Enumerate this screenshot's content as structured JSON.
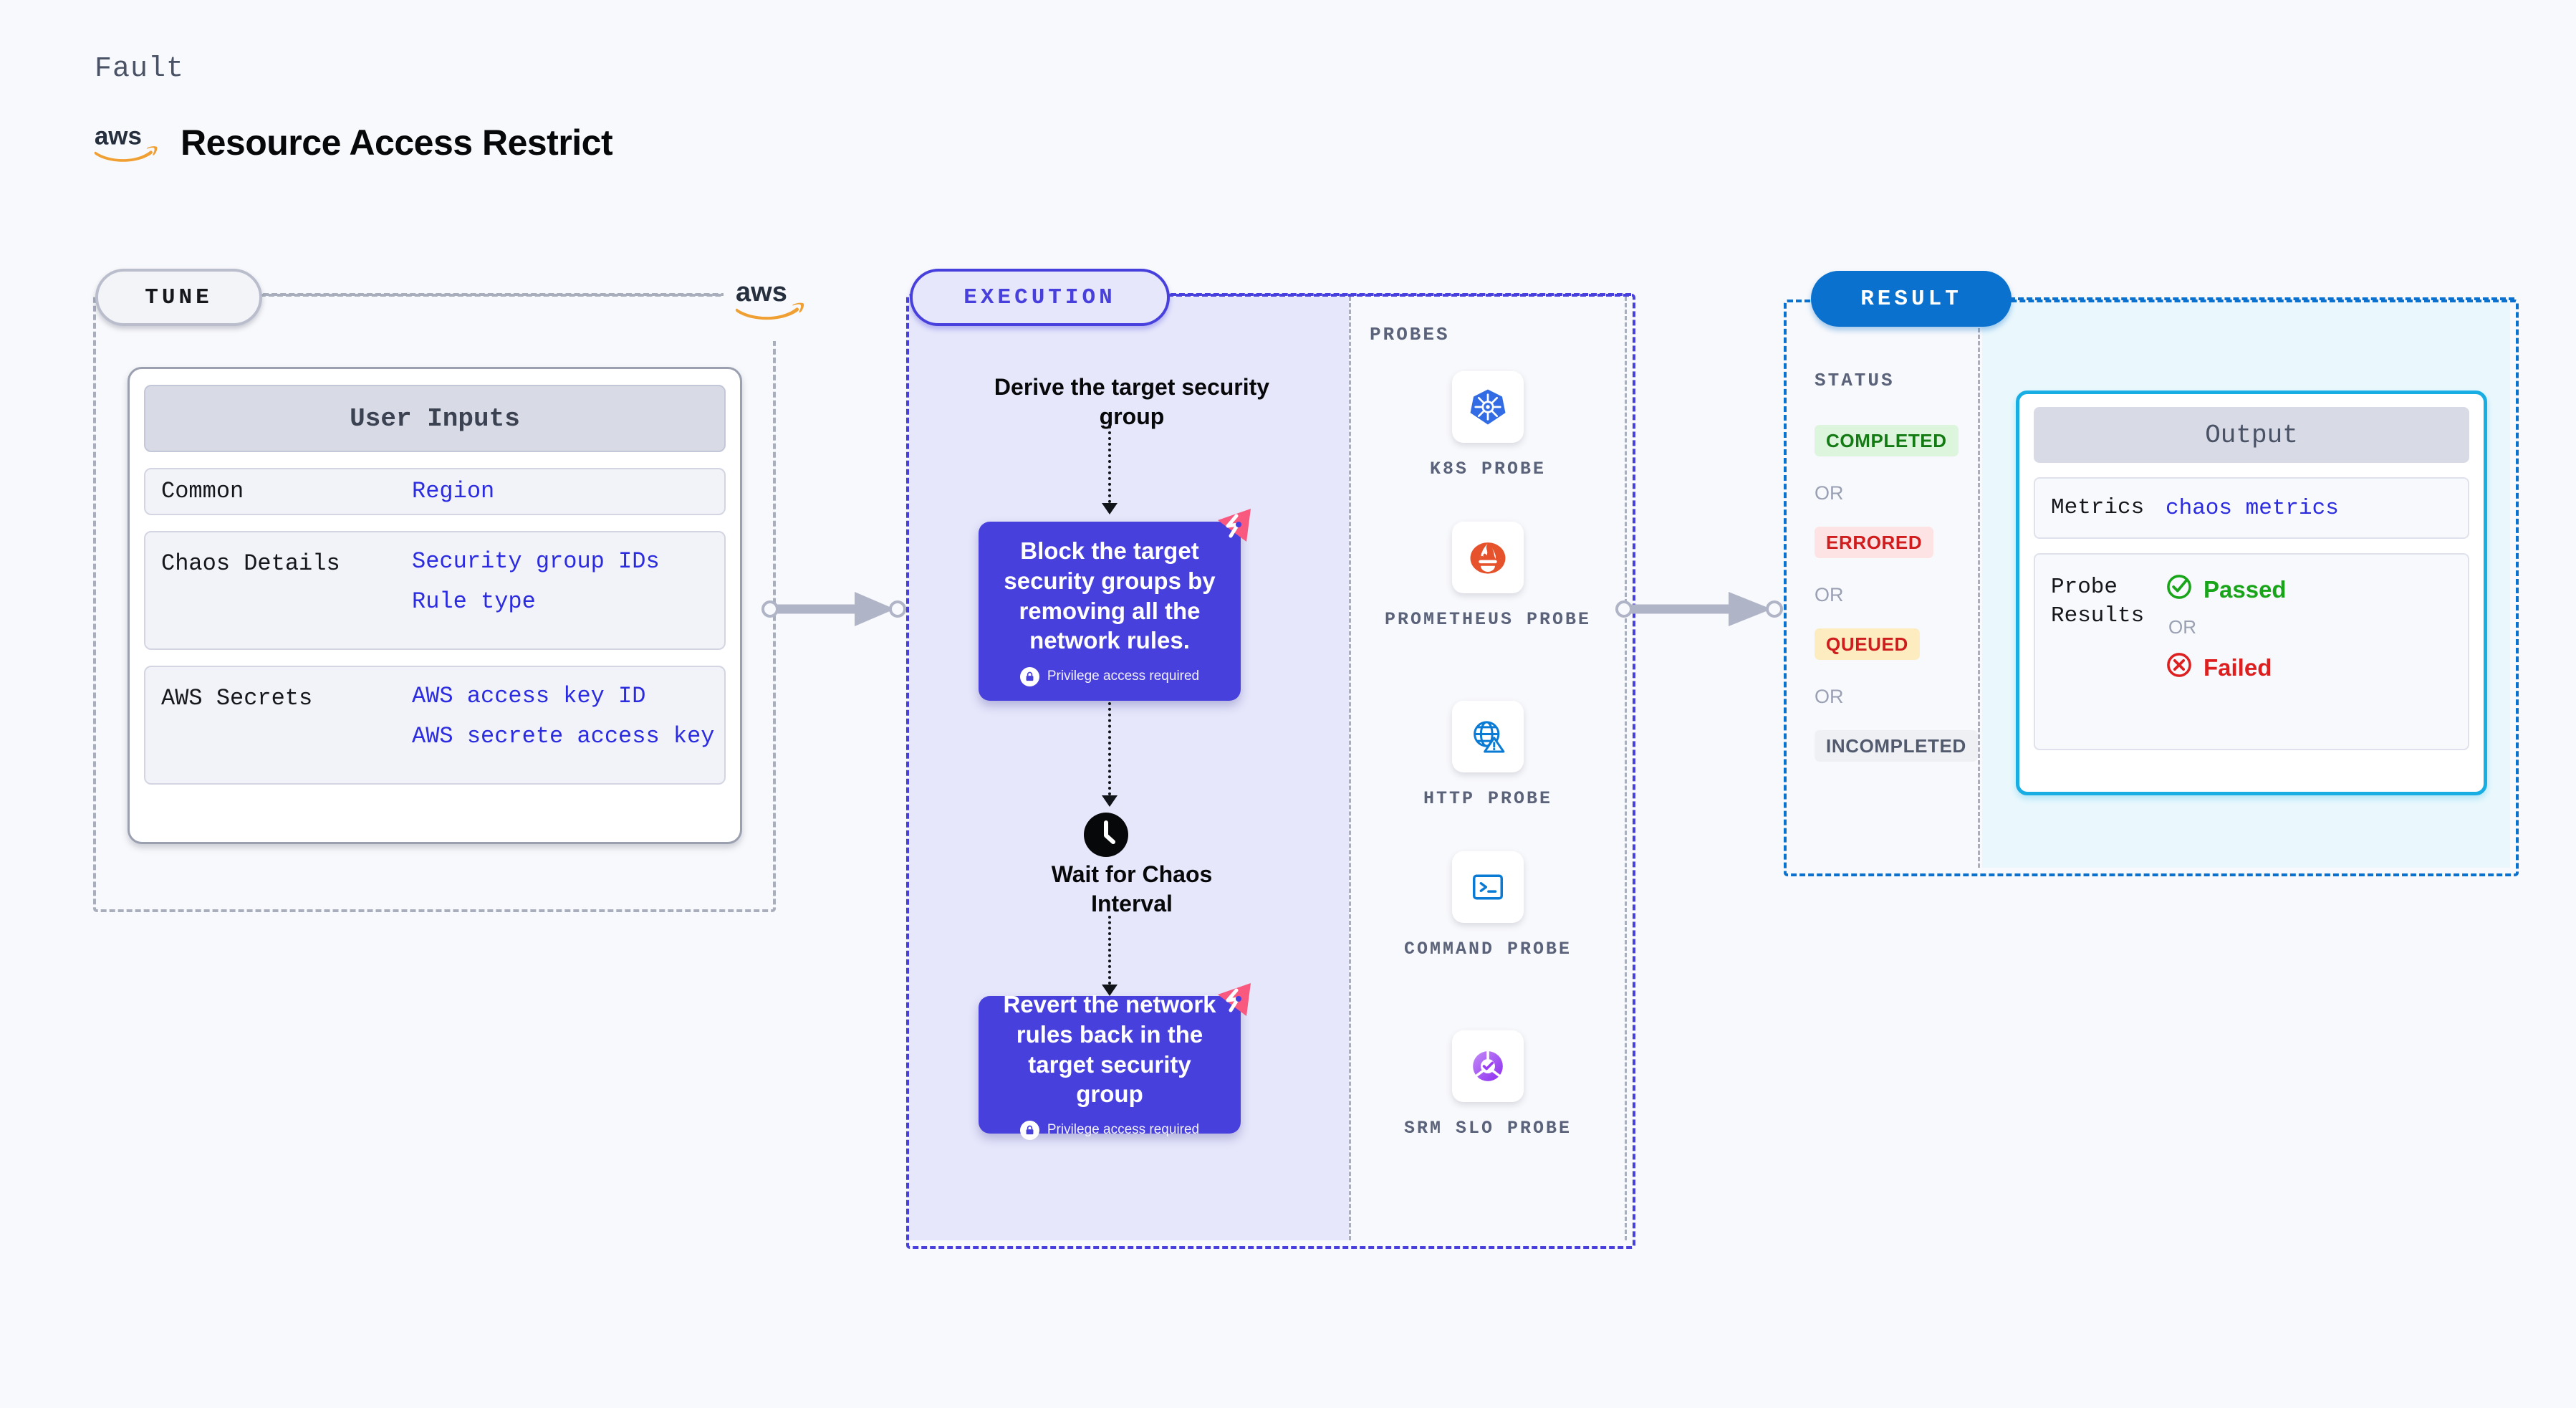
{
  "header": {
    "kicker": "Fault",
    "title": "Resource Access Restrict",
    "logo_icon": "aws-logo-icon"
  },
  "stages": {
    "tune": {
      "pill_label": "TUNE",
      "provider_icon": "aws-logo-icon",
      "card": {
        "heading": "User Inputs",
        "rows": [
          {
            "key": "Common",
            "values": [
              "Region"
            ]
          },
          {
            "key": "Chaos Details",
            "values": [
              "Security group IDs",
              "Rule type"
            ]
          },
          {
            "key": "AWS Secrets",
            "values": [
              "AWS access key ID",
              "AWS secrete access key"
            ]
          }
        ]
      }
    },
    "execution": {
      "pill_label": "EXECUTION",
      "steps": [
        {
          "type": "text",
          "label": "Derive the target security group"
        },
        {
          "type": "box",
          "label": "Block the target security groups by removing all the network rules.",
          "note": "Privilege access required",
          "note_icon": "lock-icon",
          "corner_icon": "chaos-icon"
        },
        {
          "type": "clock",
          "label": "Wait for Chaos Interval",
          "icon": "clock-icon"
        },
        {
          "type": "box",
          "label": "Revert the network rules back in the target security group",
          "note": "Privilege access required",
          "note_icon": "lock-icon",
          "corner_icon": "chaos-icon"
        }
      ],
      "probes": {
        "label": "PROBES",
        "items": [
          {
            "name": "K8S PROBE",
            "icon": "kubernetes-icon"
          },
          {
            "name": "PROMETHEUS PROBE",
            "icon": "prometheus-icon"
          },
          {
            "name": "HTTP PROBE",
            "icon": "http-globe-icon"
          },
          {
            "name": "COMMAND PROBE",
            "icon": "terminal-icon"
          },
          {
            "name": "SRM SLO PROBE",
            "icon": "srm-slo-icon"
          }
        ]
      }
    },
    "result": {
      "pill_label": "RESULT",
      "status": {
        "label": "STATUS",
        "or_label": "OR",
        "chips": [
          {
            "text": "COMPLETED",
            "bg": "#dcf5dc",
            "fg": "#147a14"
          },
          {
            "text": "ERRORED",
            "bg": "#fde3e3",
            "fg": "#cf1c1c"
          },
          {
            "text": "QUEUED",
            "bg": "#fcecc0",
            "fg": "#cf1c1c"
          },
          {
            "text": "INCOMPLETED",
            "bg": "#eef0f4",
            "fg": "#525a6e"
          }
        ]
      },
      "output": {
        "heading": "Output",
        "metrics_key": "Metrics",
        "metrics_value": "chaos metrics",
        "probe_key": "Probe Results",
        "pass_label": "Passed",
        "pass_icon": "check-circle-icon",
        "or_label": "OR",
        "fail_label": "Failed",
        "fail_icon": "x-circle-icon"
      }
    }
  },
  "connectors": [
    {
      "name": "tune-to-execution",
      "icon": "arrow-right-icon"
    },
    {
      "name": "execution-to-result",
      "icon": "arrow-right-icon"
    }
  ],
  "colors": {
    "accent_purple": "#4840dd",
    "accent_blue": "#0a71ce",
    "accent_cyan": "#18aee4",
    "link_blue": "#2b2be0",
    "chaos_pink": "#f9587f",
    "aws_orange": "#f0a033",
    "canvas": "#f8f9fc"
  }
}
